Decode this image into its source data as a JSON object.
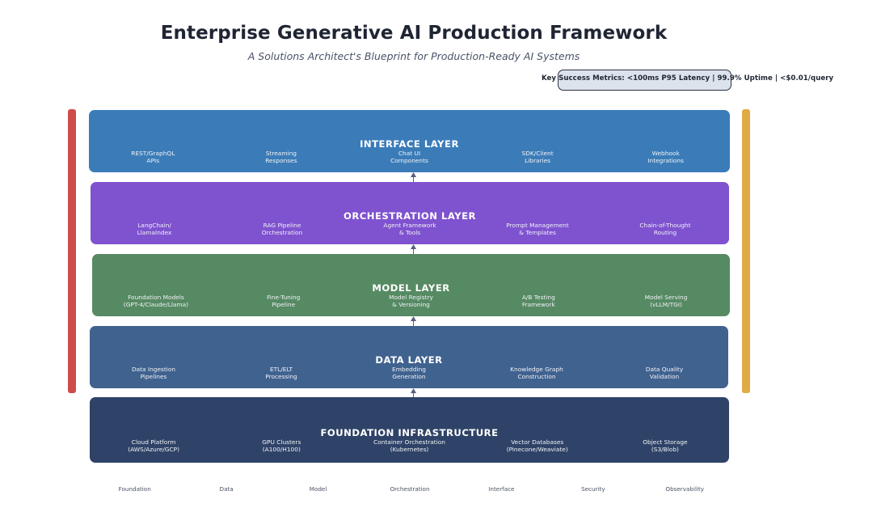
{
  "header": {
    "title": "Enterprise Generative AI Production Framework",
    "subtitle": "A Solutions Architect's Blueprint for Production-Ready AI Systems",
    "metrics": "Key Success Metrics: <100ms P95 Latency | 99.9% Uptime | <$0.01/query"
  },
  "side_bars": {
    "left_color": "#cf4c4c",
    "right_color": "#e0ab44"
  },
  "chart_data": {
    "type": "diagram",
    "title": "Enterprise Generative AI Production Framework",
    "layers": [
      {
        "name": "INTERFACE LAYER",
        "color": "#3b7cb8",
        "components": [
          "REST/GraphQL\nAPIs",
          "Streaming\nResponses",
          "Chat UI\nComponents",
          "SDK/Client\nLibraries",
          "Webhook\nIntegrations"
        ]
      },
      {
        "name": "ORCHESTRATION LAYER",
        "color": "#7f52cf",
        "components": [
          "LangChain/\nLlamaIndex",
          "RAG Pipeline\nOrchestration",
          "Agent Framework\n& Tools",
          "Prompt Management\n& Templates",
          "Chain-of-Thought\nRouting"
        ]
      },
      {
        "name": "MODEL LAYER",
        "color": "#568a63",
        "components": [
          "Foundation Models\n(GPT-4/Claude/Llama)",
          "Fine-Tuning\nPipeline",
          "Model Registry\n& Versioning",
          "A/B Testing\nFramework",
          "Model Serving\n(vLLM/TGI)"
        ]
      },
      {
        "name": "DATA LAYER",
        "color": "#40628f",
        "components": [
          "Data Ingestion\nPipelines",
          "ETL/ELT\nProcessing",
          "Embedding\nGeneration",
          "Knowledge Graph\nConstruction",
          "Data Quality\nValidation"
        ]
      },
      {
        "name": "FOUNDATION INFRASTRUCTURE",
        "color": "#2f4368",
        "components": [
          "Cloud Platform\n(AWS/Azure/GCP)",
          "GPU Clusters\n(A100/H100)",
          "Container Orchestration\n(Kubernetes)",
          "Vector Databases\n(Pinecone/Weaviate)",
          "Object Storage\n(S3/Blob)"
        ]
      }
    ],
    "axis_labels": [
      "Foundation",
      "Data",
      "Model",
      "Orchestration",
      "Interface",
      "Security",
      "Observability"
    ],
    "connector_count": 4
  }
}
